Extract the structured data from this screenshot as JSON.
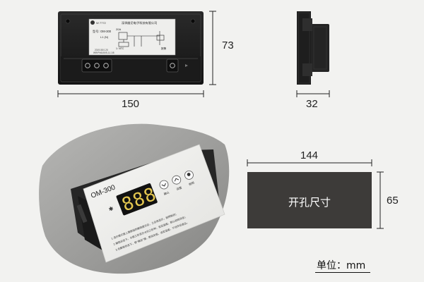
{
  "top_view": {
    "width_dim": "150",
    "height_dim": "73",
    "label": {
      "brand": "W 7772",
      "company": "深圳维尼电子科技有限公司",
      "model_prefix": "型号:",
      "model": "OM-300",
      "io_label": "L1 (N)",
      "range_label": "20A",
      "alarm_label": "报警",
      "pin_label": "1: NTC",
      "code_text": "2019.08 0.2X",
      "code_text2": "WR/PN6150S-11.1/8"
    }
  },
  "side_view": {
    "depth_dim": "32"
  },
  "front_panel": {
    "model": "OM-300",
    "display_digits": "888",
    "button_left_label": "确认",
    "button_mid_label": "设置",
    "button_right_label": "照明",
    "instructions": [
      "1.显示模式按上面按钮的解锁提示后，之后将显示，按照板控；",
      "2.解锁状态下，长按三秒显示大约三秒钟，设定温度，默认初始状态；",
      "3.在解锁状态下，按\"确定\"键，按设定值，设定温度，不动作后退出。"
    ]
  },
  "cutout": {
    "width_dim": "144",
    "height_dim": "65",
    "label": "开孔尺寸"
  },
  "unit_label": "单位：mm",
  "colors": {
    "background": "#f2f2f0",
    "housing": "#1d1d1d",
    "cutout_fill": "#3d3b39",
    "display_digits": "#e3c64f",
    "dimension_lines": "#222222"
  }
}
